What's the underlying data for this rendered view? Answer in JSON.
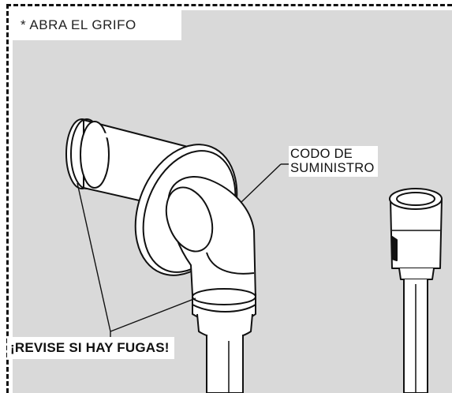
{
  "instruction": "* ABRA EL GRIFO",
  "labels": {
    "elbow_line1": "CODO DE",
    "elbow_line2": "SUMINISTRO",
    "leak_check": "¡REVISE SI HAY FUGAS!"
  },
  "colors": {
    "background": "#d9d9d9",
    "stroke": "#111111",
    "part_fill": "#ffffff"
  }
}
